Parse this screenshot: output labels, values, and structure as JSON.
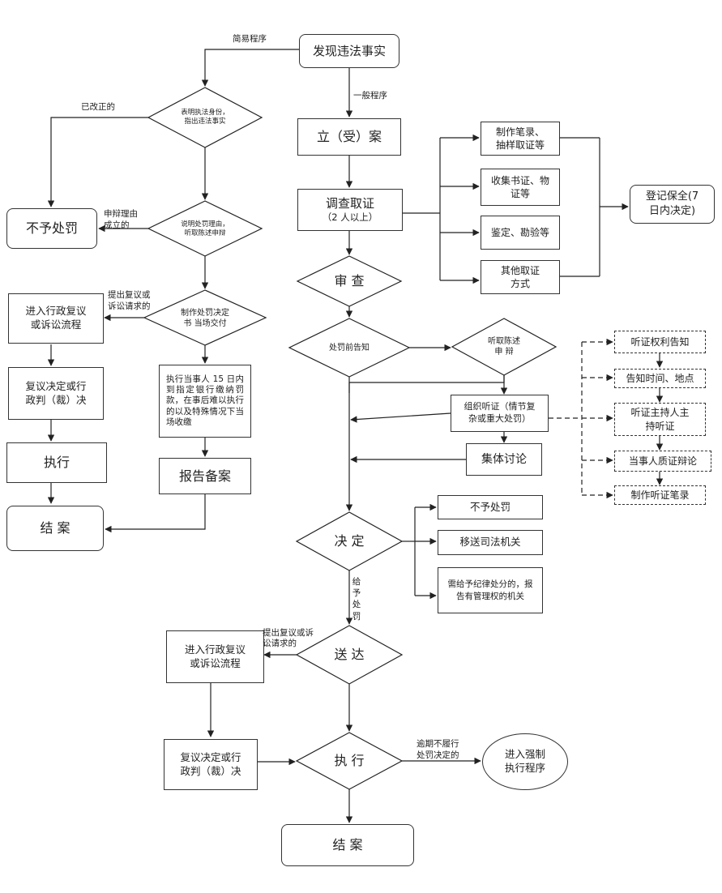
{
  "nodes": {
    "discover": "发现违法事实",
    "diamond_identity": "表明执法身份，\n指出违法事实",
    "no_penalty_left": "不予处罚",
    "diamond_explain": "说明处罚理由，\n听取陈述申辩",
    "diamond_decision_simple": "制作处罚决定\n书  当场交付",
    "review_left": "进入行政复议\n或诉讼流程",
    "review_decision_left": "复议决定或行\n政判（裁）决",
    "execute_left": "执行",
    "close_left": "结  案",
    "pay_fine": "执行当事人 15 日内到指定银行缴纳罚款，在事后难以执行的以及特殊情况下当场收缴",
    "report": "报告备案",
    "file_case": "立（受）案",
    "investigate": "调查取证",
    "investigate_sub": "（2 人以上）",
    "make_record": "制作笔录、\n抽样取证等",
    "collect": "收集书证、物\n证等",
    "appraise": "鉴定、勘验等",
    "other": "其他取证\n方式",
    "register": "登记保全(7\n日内决定)",
    "audit": "审  查",
    "pre_notice": "处罚前告知",
    "hear_statement": "听取陈述\n申  辩",
    "hearing": "组织听证（情节复\n杂或重大处罚）",
    "collective": "集体讨论",
    "h_notice_rights": "听证权利告知",
    "h_notice_time": "告知时间、地点",
    "h_host": "听证主持人主\n持听证",
    "h_debate": "当事人质证辩论",
    "h_record": "制作听证笔录",
    "decide": "决  定",
    "no_penalty_right": "不予处罚",
    "transfer": "移送司法机关",
    "discipline": "需给予纪律处分的，报\n告有管理权的机关",
    "deliver": "送  达",
    "review_right": "进入行政复议\n或诉讼流程",
    "review_decision_right": "复议决定或行\n政判（裁）决",
    "execute_right": "执  行",
    "enforce": "进入强制\n执行程序",
    "close_right": "结  案"
  },
  "labels": {
    "simple_procedure": "简易程序",
    "general_procedure": "一般程序",
    "corrected": "已改正的",
    "defense_valid": "申辩理由\n成立的",
    "appeal_left": "提出复议或\n诉讼请求的",
    "give_penalty": "给\n予\n处\n罚",
    "appeal_right": "提出复议或诉\n讼请求的",
    "overdue": "逾期不履行\n处罚决定的"
  }
}
